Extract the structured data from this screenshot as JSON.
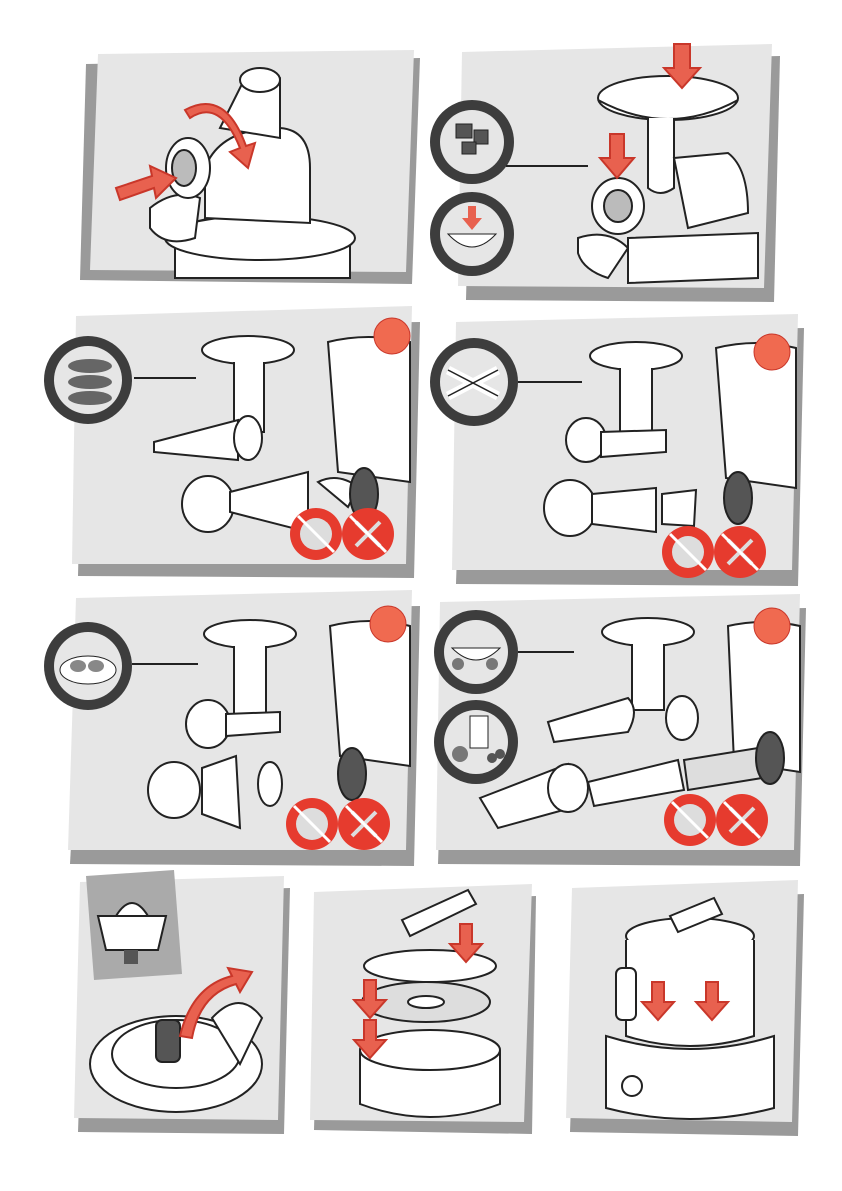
{
  "page": {
    "title": "",
    "description_visible_text": ""
  },
  "colors": {
    "panel_bg": "#e6e6e6",
    "panel_shadow": "#9a9a9a",
    "arrow_red": "#e8614f",
    "arrow_red_dark": "#c9372a",
    "warning_red": "#e63b2e",
    "badge_red": "#f06a50",
    "circle_dark": "#3d3d3d",
    "line": "#222222",
    "white": "#ffffff"
  },
  "icons": [
    "meat-grinder-icon",
    "rotate-arrow-icon",
    "push-arrow-icon",
    "meat-cubes-icon",
    "minced-meat-bowl-icon",
    "sausage-icon",
    "churro-pastry-icon",
    "kebbe-icon",
    "fruit-bowl-icon",
    "juice-glass-icon",
    "no-grinding-plate-icon",
    "no-cutting-blade-icon",
    "citrus-press-icon",
    "slicing-disc-icon",
    "food-processor-bowl-icon"
  ],
  "panels": [
    {
      "id": "p1",
      "caption": ""
    },
    {
      "id": "p2",
      "caption": ""
    },
    {
      "id": "p3",
      "caption": ""
    },
    {
      "id": "p4",
      "caption": ""
    },
    {
      "id": "p5",
      "caption": ""
    },
    {
      "id": "p6",
      "caption": ""
    },
    {
      "id": "p7",
      "caption": ""
    },
    {
      "id": "p8",
      "caption": ""
    },
    {
      "id": "p9",
      "caption": ""
    }
  ]
}
